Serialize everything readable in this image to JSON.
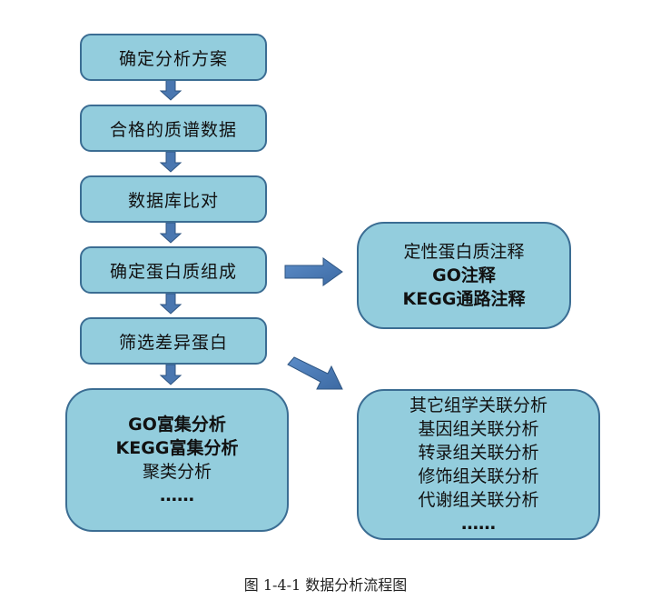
{
  "steps": [
    "确定分析方案",
    "合格的质谱数据",
    "数据库比对",
    "确定蛋白质组成",
    "筛选差异蛋白"
  ],
  "enrichment_box": {
    "lines": [
      "GO富集分析",
      "KEGG富集分析",
      "聚类分析",
      "……"
    ]
  },
  "annotation_box": {
    "lines": [
      "定性蛋白质注释",
      "GO注释",
      "KEGG通路注释"
    ]
  },
  "association_box": {
    "lines": [
      "其它组学关联分析",
      "基因组关联分析",
      "转录组关联分析",
      "修饰组关联分析",
      "代谢组关联分析",
      "……"
    ]
  },
  "caption": "图 1-4-1  数据分析流程图",
  "colors": {
    "box_fill": "#93cddd",
    "box_border": "#3b6d93",
    "arrow": "#4a77b0"
  }
}
